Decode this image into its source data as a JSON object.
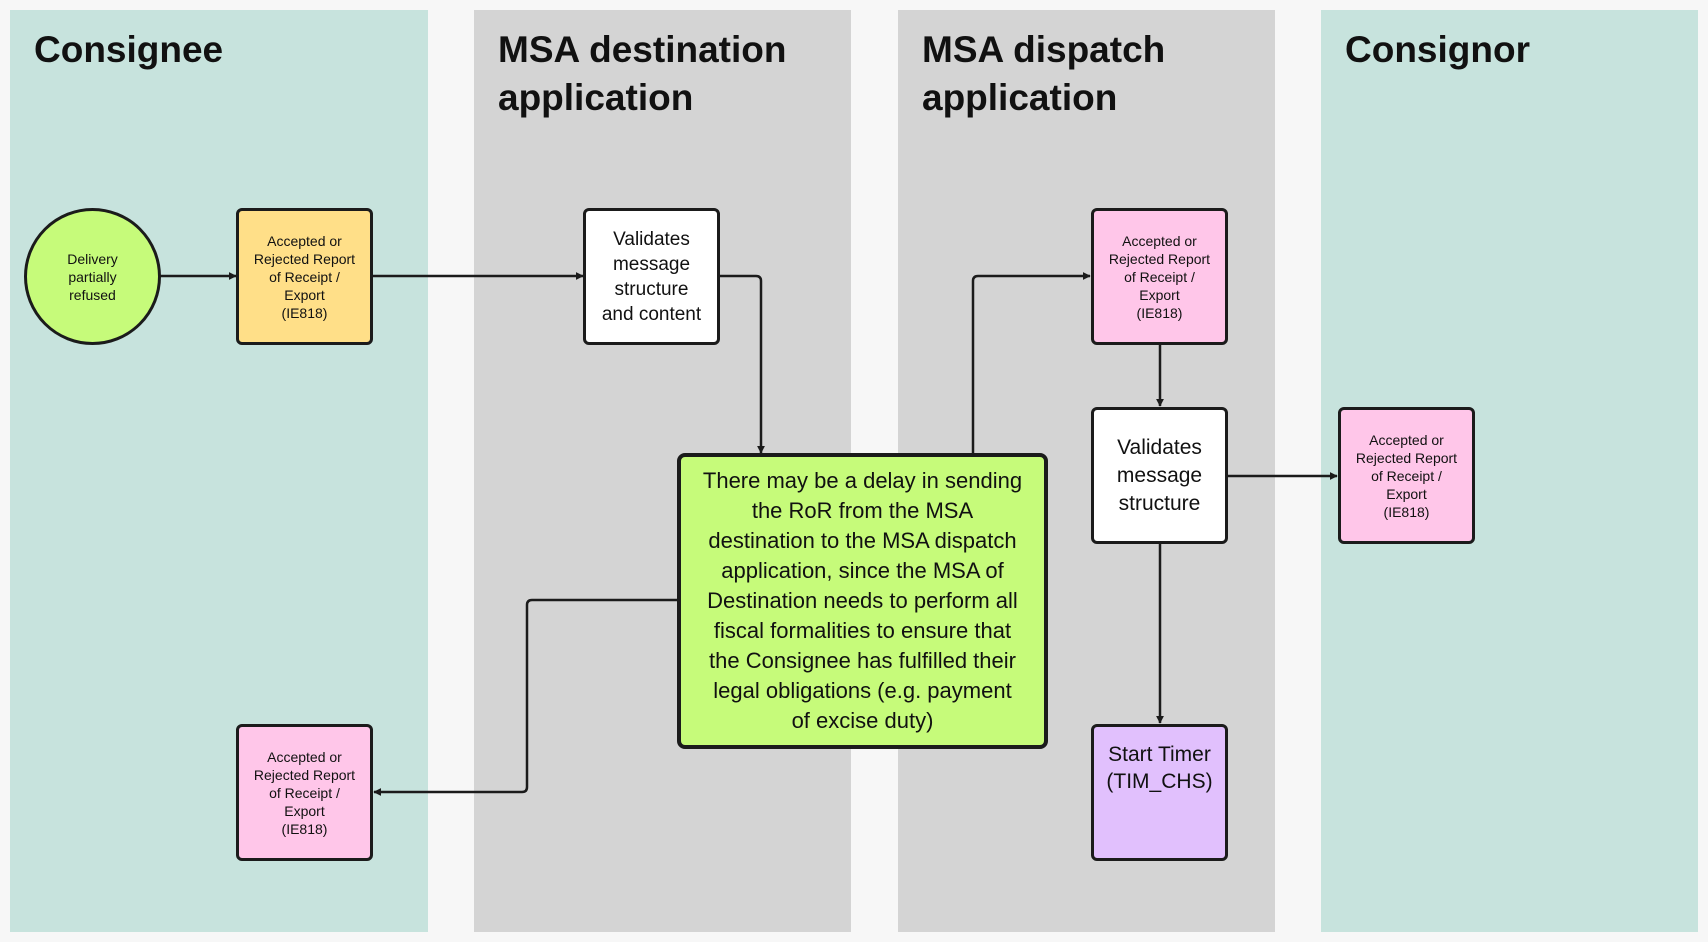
{
  "lanes": [
    {
      "title": "Consignee"
    },
    {
      "title": "MSA destination\napplication"
    },
    {
      "title": "MSA dispatch\napplication"
    },
    {
      "title": "Consignor"
    }
  ],
  "nodes": {
    "start_event": "Delivery\npartially\nrefused",
    "ror_consignee": "Accepted or\nRejected Report\nof Receipt /\nExport\n(IE818)",
    "validate_dest": "Validates\nmessage\nstructure\nand content",
    "delay_note": "There may be a delay in sending\nthe RoR from the MSA\ndestination to the MSA dispatch\napplication, since the MSA of\nDestination needs to perform all\nfiscal formalities to ensure that\nthe Consignee has fulfilled their\nlegal obligations (e.g. payment\nof excise duty)",
    "ror_dispatch": "Accepted or\nRejected Report\nof Receipt /\nExport\n(IE818)",
    "validate_dispatch": "Validates\nmessage\nstructure",
    "start_timer": "Start Timer\n(TIM_CHS)",
    "ror_consignor": "Accepted or\nRejected Report\nof Receipt /\nExport\n(IE818)",
    "ror_consignee_return": "Accepted or\nRejected Report\nof Receipt /\nExport\n(IE818)"
  },
  "colors": {
    "lane_teal": "#c7e3dd",
    "lane_grey": "#d4d4d4",
    "green": "#c6fb7a",
    "orange": "#ffdf88",
    "pink": "#ffc6e9",
    "purple": "#e1c0fd",
    "white": "#ffffff",
    "line": "#1b1b1b"
  }
}
